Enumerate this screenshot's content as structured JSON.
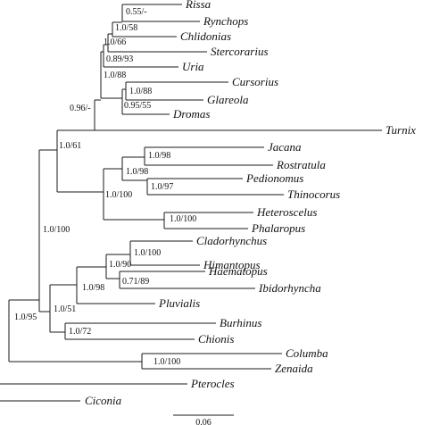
{
  "taxa": {
    "rissa": "Rissa",
    "rynchops": "Rynchops",
    "chlidonias": "Chlidonias",
    "stercorarius": "Stercorarius",
    "uria": "Uria",
    "cursorius": "Cursorius",
    "glareola": "Glareola",
    "dromas": "Dromas",
    "turnix": "Turnix",
    "jacana": "Jacana",
    "rostratula": "Rostratula",
    "pedionomus": "Pedionomus",
    "thinocorus": "Thinocorus",
    "heteroscelus": "Heteroscelus",
    "phalaropus": "Phalaropus",
    "cladorhynchus": "Cladorhynchus",
    "himantopus": "Himantopus",
    "haematopus": "Haematopus",
    "ibidorhyncha": "Ibidorhyncha",
    "pluvialis": "Pluvialis",
    "burhinus": "Burhinus",
    "chionis": "Chionis",
    "columba": "Columba",
    "zenaida": "Zenaida",
    "pterocles": "Pterocles",
    "ciconia": "Ciconia"
  },
  "support": {
    "rissa_rynchops": "0.55/-",
    "gulls_terns": "1.0/58",
    "with_stercorarius": "1.0/66",
    "with_uria": "0.89/93",
    "lari": "1.0/88",
    "cursorius_glareola": "1.0/88",
    "glareolidae_dromas": "0.95/55",
    "lari_glareolidae": "0.96/-",
    "with_turnix": "1.0/61",
    "jacana_rostratula": "1.0/98",
    "jacanids_pedionomus": "1.0/98",
    "pedionomus_thinocorus": "1.0/97",
    "scolopaci": "1.0/100",
    "heteroscelus_phalaropus": "1.0/100",
    "cladorhynchus_himantopus": "1.0/100",
    "stilts_haematopus": "1.0/90",
    "haematopus_ibidorhyncha": "0.71/89",
    "with_pluvialis": "1.0/98",
    "with_burhinus": "1.0/51",
    "burhinus_chionis": "1.0/72",
    "charadriiformes": "1.0/100",
    "columba_zenaida": "1.0/100",
    "with_columbiformes": "1.0/95"
  },
  "scale_bar": {
    "label": "0.06"
  }
}
